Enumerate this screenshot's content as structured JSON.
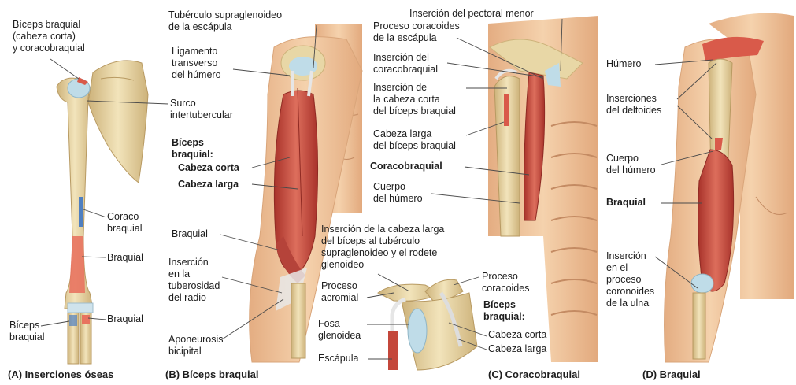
{
  "panels": {
    "a": {
      "caption": "(A) Inserciones óseas",
      "labels": {
        "biceps_coracobraquial": "Bíceps braquial\n(cabeza corta)\ny coracobraquial",
        "surco": "Surco\nintertubercular",
        "coracobraquial": "Coraco-\nbraquial",
        "braquial_1": "Braquial",
        "braquial_2": "Braquial",
        "biceps": "Bíceps\nbraquial"
      }
    },
    "b": {
      "caption": "(B) Bíceps braquial",
      "labels": {
        "tuberculo": "Tubérculo supraglenoideo\nde la escápula",
        "ligamento": "Ligamento\ntransverso\ndel húmero",
        "biceps_heading": "Bíceps\nbraquial:",
        "cabeza_corta": "Cabeza corta",
        "cabeza_larga": "Cabeza larga",
        "braquial": "Braquial",
        "insercion_radio": "Inserción\nen la\ntuberosidad\ndel radio",
        "aponeurosis": "Aponeurosis\nbicipital"
      }
    },
    "c": {
      "caption": "(C) Coracobraquial",
      "labels": {
        "pectoral": "Inserción del pectoral menor",
        "proceso_coracoides_top": "Proceso coracoides\nde la escápula",
        "insercion_coracobraquial": "Inserción del\ncoracobraquial",
        "insercion_cabeza_corta": "Inserción de\nla cabeza corta\ndel bíceps braquial",
        "cabeza_larga_biceps": "Cabeza larga\ndel bíceps braquial",
        "coracobraquial": "Coracobraquial",
        "cuerpo_humero": "Cuerpo\ndel húmero",
        "insercion_cabeza_larga": "Inserción de la cabeza larga\ndel bíceps al tubérculo\nsupraglenoideo y el rodete\nglenoideo",
        "proceso_acromial": "Proceso\nacromial",
        "proceso_coracoides": "Proceso\ncoracoides",
        "biceps_heading": "Bíceps\nbraquial:",
        "fosa": "Fosa\nglenoidea",
        "cabeza_corta": "Cabeza corta",
        "cabeza_larga": "Cabeza larga",
        "escapula": "Escápula"
      }
    },
    "d": {
      "caption": "(D) Braquial",
      "labels": {
        "humero": "Húmero",
        "deltoides": "Inserciones\ndel deltoides",
        "cuerpo_humero": "Cuerpo\ndel húmero",
        "braquial": "Braquial",
        "insercion_ulna": "Inserción\nen el\nproceso\ncoronoides\nde la ulna"
      }
    }
  },
  "colors": {
    "bone": "#e8d7a6",
    "bone_shade": "#cdb27a",
    "muscle": "#c4473b",
    "muscle_light": "#dd6e5c",
    "skin": "#f0c8a0",
    "skin_shade": "#d9a57a",
    "cartilage": "#b9d8e6",
    "leader": "#4a4a4a"
  }
}
